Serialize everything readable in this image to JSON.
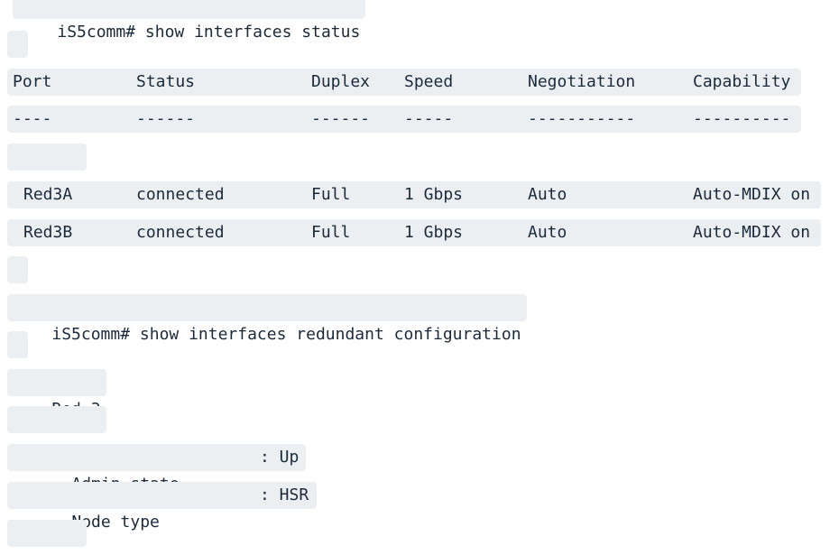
{
  "command_1": "iS5comm# show interfaces status",
  "table": {
    "headers": [
      "Port",
      "Status",
      "Duplex",
      "Speed",
      "Negotiation",
      "Capability"
    ],
    "separators": [
      "----",
      "------",
      "------",
      "-----",
      "-----------",
      "----------"
    ],
    "ellipsis": "...",
    "rows": [
      [
        "Red3A",
        "connected",
        "Full",
        "1 Gbps",
        "Auto",
        "Auto-MDIX on"
      ],
      [
        "Red3B",
        "connected",
        "Full",
        "1 Gbps",
        "Auto",
        "Auto-MDIX on"
      ]
    ]
  },
  "command_2": "iS5comm# show interfaces redundant configuration",
  "redundant": {
    "title": "Red 3",
    "underline": "-----",
    "fields": [
      {
        "label": "Admin state",
        "value": ": Up"
      },
      {
        "label": "Node type",
        "value": ": HSR"
      }
    ],
    "ellipsis": "..."
  }
}
